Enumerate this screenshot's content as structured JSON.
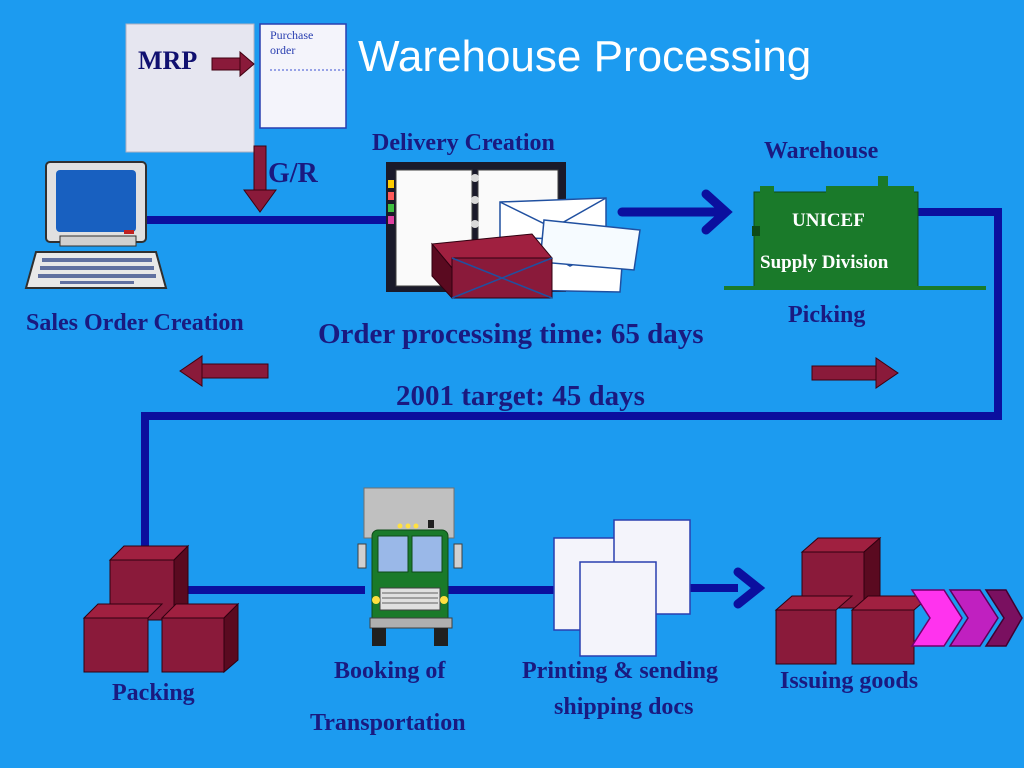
{
  "title": "Warehouse Processing",
  "mrp": {
    "label": "MRP",
    "po_label": "Purchase\norder"
  },
  "gr_label": "G/R",
  "steps": {
    "sales_order": "Sales Order Creation",
    "delivery": "Delivery Creation",
    "warehouse": "Warehouse",
    "warehouse_sign_1": "UNICEF",
    "warehouse_sign_2": "Supply Division",
    "picking": "Picking",
    "packing": "Packing",
    "booking_1": "Booking of",
    "booking_2": "Transportation",
    "printing_1": "Printing & sending",
    "printing_2": "shipping docs",
    "issuing": "Issuing goods"
  },
  "metrics": {
    "processing_time": "Order processing time: 65 days",
    "target": "2001 target: 45 days"
  },
  "colors": {
    "background": "#1c9bf0",
    "line": "#0b0f9e",
    "maroon": "#7a1030",
    "text": "#1a1a80",
    "warehouse_green": "#1a7a2a",
    "chevron": "#ff33e0"
  }
}
